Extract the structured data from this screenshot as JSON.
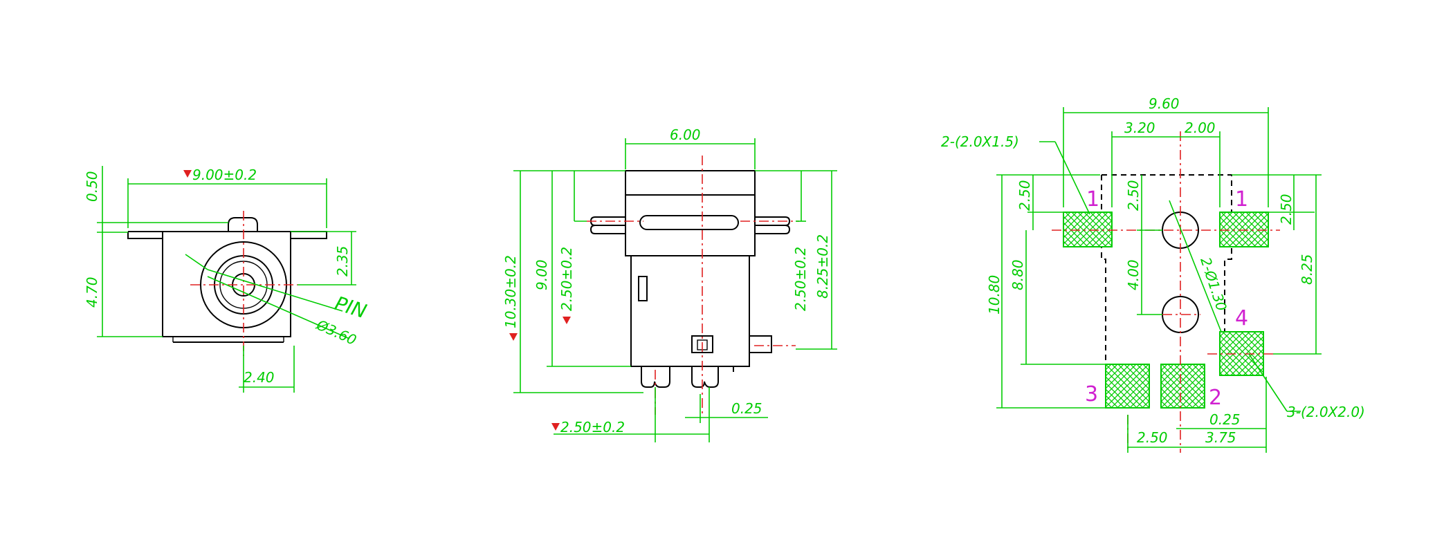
{
  "front_view": {
    "width_dim": "9.00±0.2",
    "top_offset_dim": "0.50",
    "height_dim": "4.70",
    "center_height_dim": "2.35",
    "pin_label": "PIN",
    "hole_dim": "Ø3.60",
    "bottom_dim": "2.40"
  },
  "side_view": {
    "top_width_dim": "6.00",
    "overall_height_dim": "10.30±0.2",
    "body_height_dim": "9.00",
    "left_offset_dim": "2.50±0.2",
    "right_offset_dim": "2.50±0.2",
    "right_height_dim": "8.25±0.2",
    "pin_pitch_dim": "2.50±0.2",
    "pin_gap_dim": "0.25"
  },
  "footprint_view": {
    "overall_width_dim": "9.60",
    "left_spacing_dim": "3.20",
    "right_spacing_dim": "2.00",
    "small_pad_label": "2-(2.0X1.5)",
    "large_pad_label": "3-(2.0X2.0)",
    "left_pad_dim": "2.50",
    "center_pad_dim": "2.50",
    "right_pad_dim": "2.50",
    "hole_spacing_dim": "4.00",
    "hole_label": "2-Ø1.30",
    "overall_height_dim": "10.80",
    "inner_height_dim": "8.80",
    "right_height_dim": "8.25",
    "bottom_left_dim": "2.50",
    "bottom_right_dim": "3.75",
    "bottom_gap_dim": "0.25",
    "pad_numbers": [
      "1",
      "1",
      "2",
      "3",
      "4"
    ]
  },
  "colors": {
    "dimension": "#00cc00",
    "centerline": "#e02020",
    "outline": "#000000",
    "pad_number": "#d020d0"
  }
}
